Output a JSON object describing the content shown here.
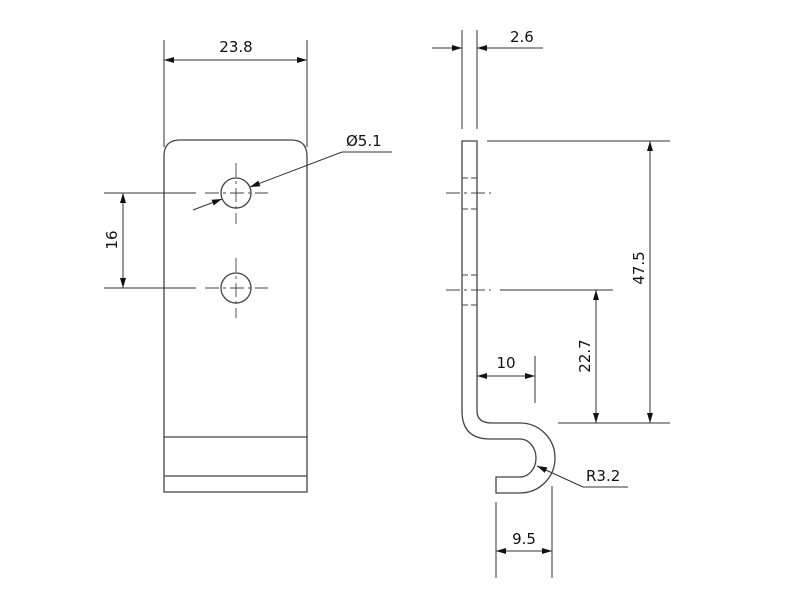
{
  "drawing": {
    "front_view": {
      "width_dim": "23.8",
      "hole_spacing_dim": "16",
      "hole_diameter_dim": "Ø5.1"
    },
    "side_view": {
      "thickness_dim": "2.6",
      "overall_height_dim": "47.5",
      "hole_to_base_dim": "22.7",
      "offset_dim": "10",
      "bend_radius_dim": "R3.2",
      "hook_width_dim": "9.5"
    }
  }
}
